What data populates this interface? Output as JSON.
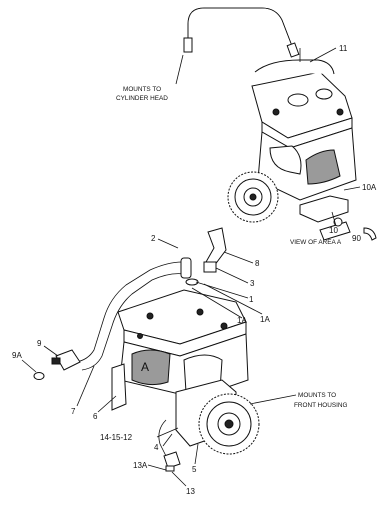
{
  "callouts": {
    "mounts_cyl": [
      "MOUNTS TO",
      "CYLINDER HEAD"
    ],
    "mounts_front": [
      "MOUNTS TO",
      "FRONT HOUSING"
    ],
    "view_area": "VIEW OF AREA  A",
    "area_letter": "A",
    "n11": "11",
    "n10A": "10A",
    "n10": "10",
    "n90": "90",
    "n2": "2",
    "n8": "8",
    "n3": "3",
    "n1": "1",
    "n1A_left": "1A",
    "n1A_right": "1A",
    "n9": "9",
    "n9A": "9A",
    "n7": "7",
    "n6": "6",
    "n5": "5",
    "n4": "4",
    "n14": "14-15-12",
    "n13A": "13A",
    "n13": "13"
  }
}
